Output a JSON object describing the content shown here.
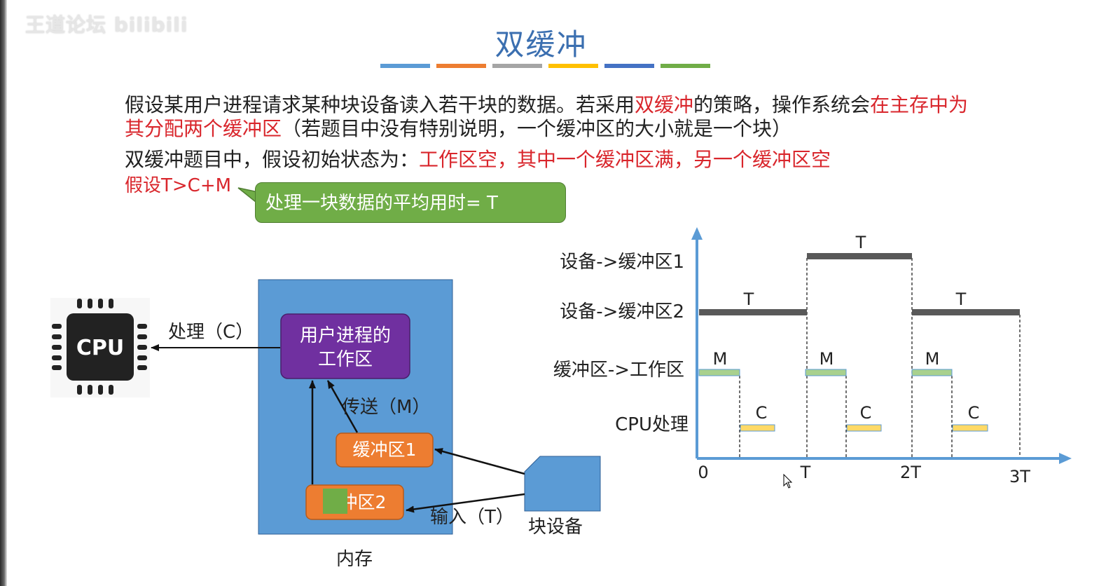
{
  "watermark": "王道论坛 bilibili",
  "title": "双缓冲",
  "title_bar_colors": [
    "#5b9bd5",
    "#ed7d31",
    "#a5a5a5",
    "#ffc000",
    "#4472c4",
    "#70ad47"
  ],
  "text": {
    "line1_a": "假设某用户进程请求某种块设备读入若干块的数据。若采用",
    "line1_b": "双缓冲",
    "line1_c": "的策略，操作系统会",
    "line1_d": "在主存中为",
    "line2_a": "其分配两个缓冲区",
    "line2_b": "（若题目中没有特别说明，一个缓冲区的大小就是一个块）",
    "line3_a": "双缓冲题目中，假设初始状态为：",
    "line3_b": "工作区空，其中一个缓冲区满，另一个缓冲区空",
    "line4": "假设T>C+M"
  },
  "callout": "处理一块数据的平均用时= T",
  "diagram": {
    "cpu_label": "CPU",
    "process_label": "处理（C）",
    "workarea_line1": "用户进程的",
    "workarea_line2": "工作区",
    "transfer_label": "传送（M）",
    "buffer1": "缓冲区1",
    "buffer2": "缓冲区2",
    "input_label": "输入（T）",
    "block_device": "块设备",
    "memory_label": "内存"
  },
  "timeline": {
    "rows": [
      "设备->缓冲区1",
      "设备->缓冲区2",
      "缓冲区->工作区",
      "CPU处理"
    ],
    "x_ticks": [
      "0",
      "T",
      "2T",
      "3T"
    ],
    "bar_labels": {
      "T": "T",
      "M": "M",
      "C": "C"
    },
    "colors": {
      "T": "#595959",
      "M": "#a9d18e",
      "C": "#ffd966",
      "axis": "#5b9bd5"
    }
  }
}
